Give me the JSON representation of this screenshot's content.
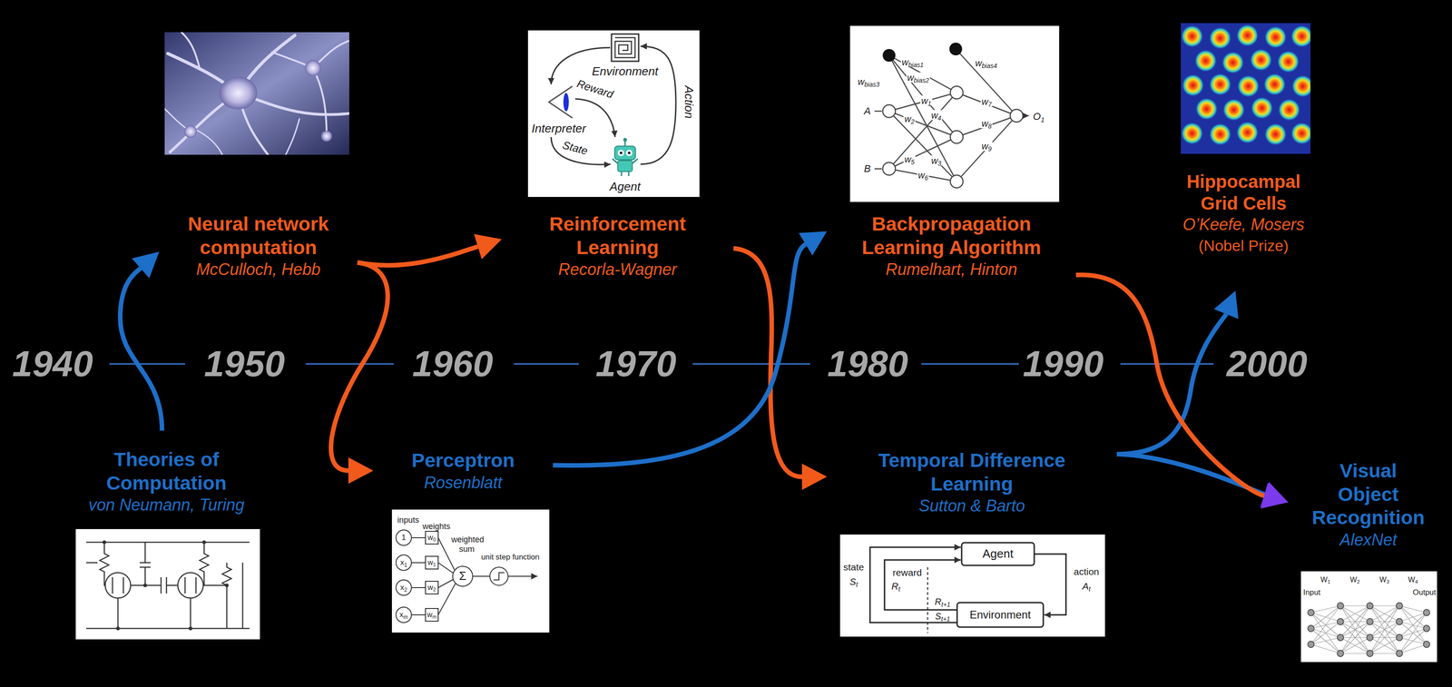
{
  "diagram": {
    "nodes": [
      {
        "text": [
          "Theories of Computation",
          "von Neumann, Turing"
        ]
      },
      {
        "text": [
          "Neural network computation",
          "McCulloch, Hebb"
        ]
      },
      {
        "text": [
          "Perceptron",
          "Rosenblatt"
        ]
      },
      {
        "text": [
          "Reinforcement Learning",
          "Recorla-Wagner"
        ]
      },
      {
        "text": [
          "Backpropagation Learning Algorithm",
          "Rumelhart, Hinton"
        ]
      },
      {
        "text": [
          "Temporal Difference Learning",
          "Sutton & Barto"
        ]
      },
      {
        "text": [
          "Hippocampal Grid Cells",
          "O’Keefe, Mosers",
          "(Nobel Prize)"
        ]
      },
      {
        "text": [
          "Visual Object Recognition",
          "AlexNet"
        ]
      }
    ],
    "edges": [
      {
        "from": 0,
        "to": 1,
        "arrow": "to"
      },
      {
        "from": 1,
        "to": 3,
        "arrow": "to"
      },
      {
        "from": 1,
        "to": 2,
        "arrow": "to"
      },
      {
        "from": 3,
        "to": 5,
        "arrow": "to"
      },
      {
        "from": 2,
        "to": 4,
        "arrow": "to"
      },
      {
        "from": 5,
        "to": 6,
        "arrow": "to"
      },
      {
        "from": 5,
        "to": 7,
        "arrow": "to"
      },
      {
        "from": 4,
        "to": 7,
        "arrow": "to"
      }
    ],
    "labels": [
      "1940",
      "1950",
      "1960",
      "1970",
      "1980",
      "1990",
      "2000",
      "Environment",
      "Interpreter",
      "Reward",
      "State",
      "Agent",
      "Action",
      "inputs",
      "weights",
      "weighted sum",
      "unit step function",
      "1",
      "x1",
      "x2",
      "xm",
      "w0",
      "w1",
      "w2",
      "wm",
      "Σ",
      "wbias1",
      "wbias2",
      "wbias3",
      "wbias4",
      "w1",
      "w2",
      "w3",
      "w4",
      "w5",
      "w6",
      "w7",
      "w8",
      "w9",
      "A",
      "B",
      "O1",
      "Agent",
      "Environment",
      "state",
      "St",
      "reward",
      "Rt",
      "Rt+1",
      "St+1",
      "action",
      "At",
      "Input",
      "Output",
      "W1",
      "W2",
      "W3",
      "W4"
    ]
  }
}
